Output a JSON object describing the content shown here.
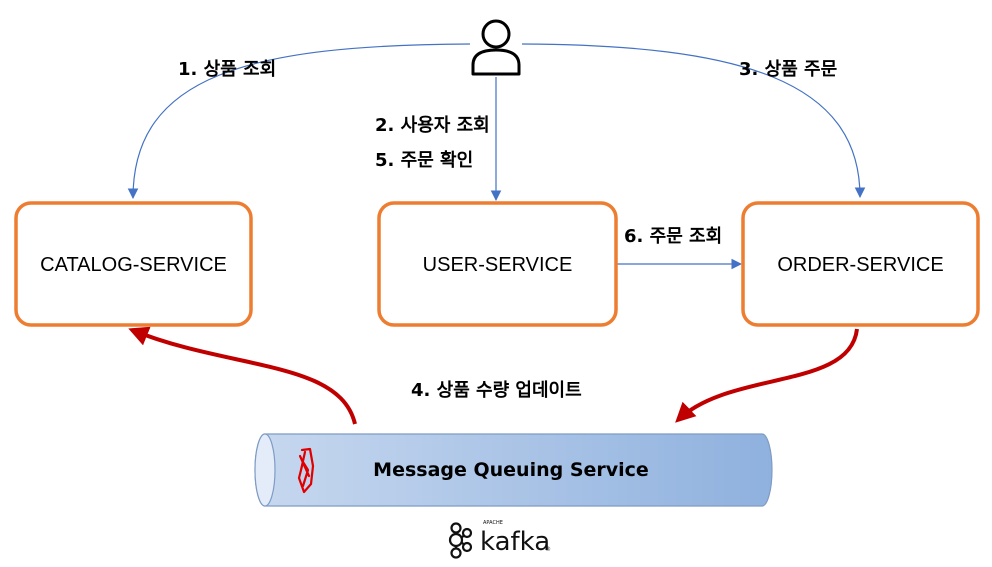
{
  "services": {
    "catalog": "CATALOG-SERVICE",
    "user": "USER-SERVICE",
    "order": "ORDER-SERVICE"
  },
  "steps": {
    "s1": "1.  상품 조회",
    "s2": "2. 사용자 조회",
    "s3": "3. 상품 주문",
    "s4": "4. 상품 수량 업데이트",
    "s5": "5. 주문 확인",
    "s6": "6. 주문 조회"
  },
  "queue": {
    "label": "Message Queuing Service"
  },
  "logo": {
    "apache": "APACHE",
    "name": "kafka",
    "reg": "®"
  },
  "icons": {
    "user": "user-icon",
    "kafka": "kafka-logo"
  },
  "colors": {
    "box_border": "#ED7D31",
    "blue_arrow": "#4472C4",
    "red_arrow": "#C00000",
    "queue_fill": "#A9C3E6"
  }
}
